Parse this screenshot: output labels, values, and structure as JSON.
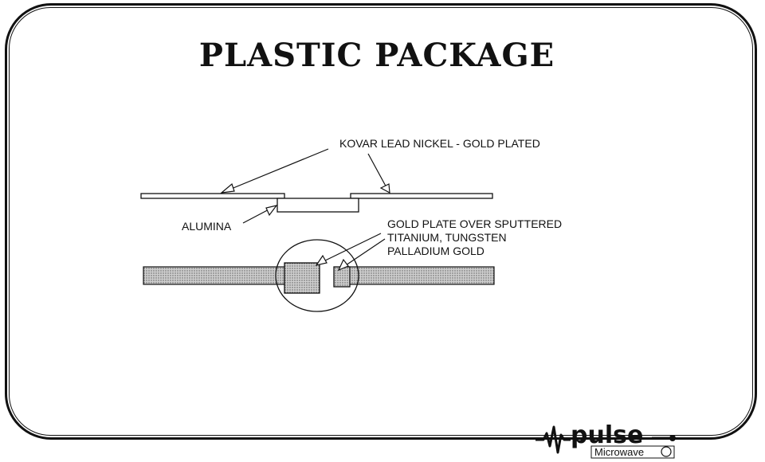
{
  "slide": {
    "title": "PLASTIC PACKAGE"
  },
  "diagram": {
    "labels": {
      "kovar_lead": "KOVAR LEAD NICKEL - GOLD PLATED",
      "alumina": "ALUMINA",
      "gold_plate_line1": "GOLD PLATE OVER SPUTTERED",
      "gold_plate_line2": "TITANIUM, TUNGSTEN",
      "gold_plate_line3": "PALLADIUM GOLD"
    }
  },
  "logo": {
    "brand": "pulse",
    "sub": "Microwave"
  },
  "colors": {
    "ink": "#111111",
    "stipple": "#bdbdbd"
  }
}
